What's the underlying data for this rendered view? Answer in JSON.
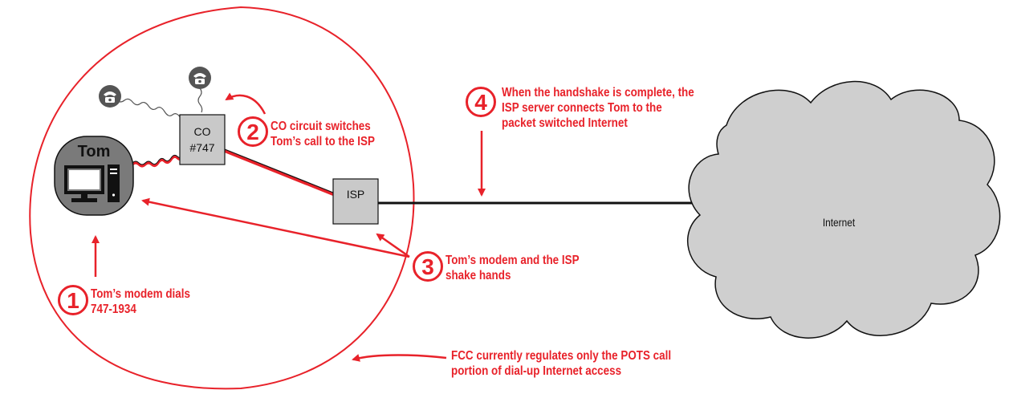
{
  "nodes": {
    "user_label": "Tom",
    "co_label_line1": "CO",
    "co_label_line2": "#747",
    "isp_label": "ISP",
    "internet_label": "Internet"
  },
  "steps": [
    {
      "number": "1",
      "line1": "Tom’s modem dials",
      "line2": "747-1934"
    },
    {
      "number": "2",
      "line1": "CO circuit switches",
      "line2": "Tom’s call to the ISP"
    },
    {
      "number": "3",
      "line1": "Tom’s modem and the ISP",
      "line2": "shake hands"
    },
    {
      "number": "4",
      "line1": "When the handshake is complete, the",
      "line2": "ISP server connects Tom to the",
      "line3": "packet switched Internet"
    }
  ],
  "note": {
    "line1": "FCC currently regulates only the POTS call",
    "line2": "portion of dial-up Internet access"
  },
  "colors": {
    "accent": "#e8222a",
    "box_fill": "#c9c9c9",
    "cloud_fill": "#cfcfcf",
    "user_circle": "#7a7a7a",
    "phone_fill": "#555555"
  },
  "icons": [
    "telephone-icon",
    "telephone-icon",
    "computer-icon",
    "cloud-shape"
  ]
}
